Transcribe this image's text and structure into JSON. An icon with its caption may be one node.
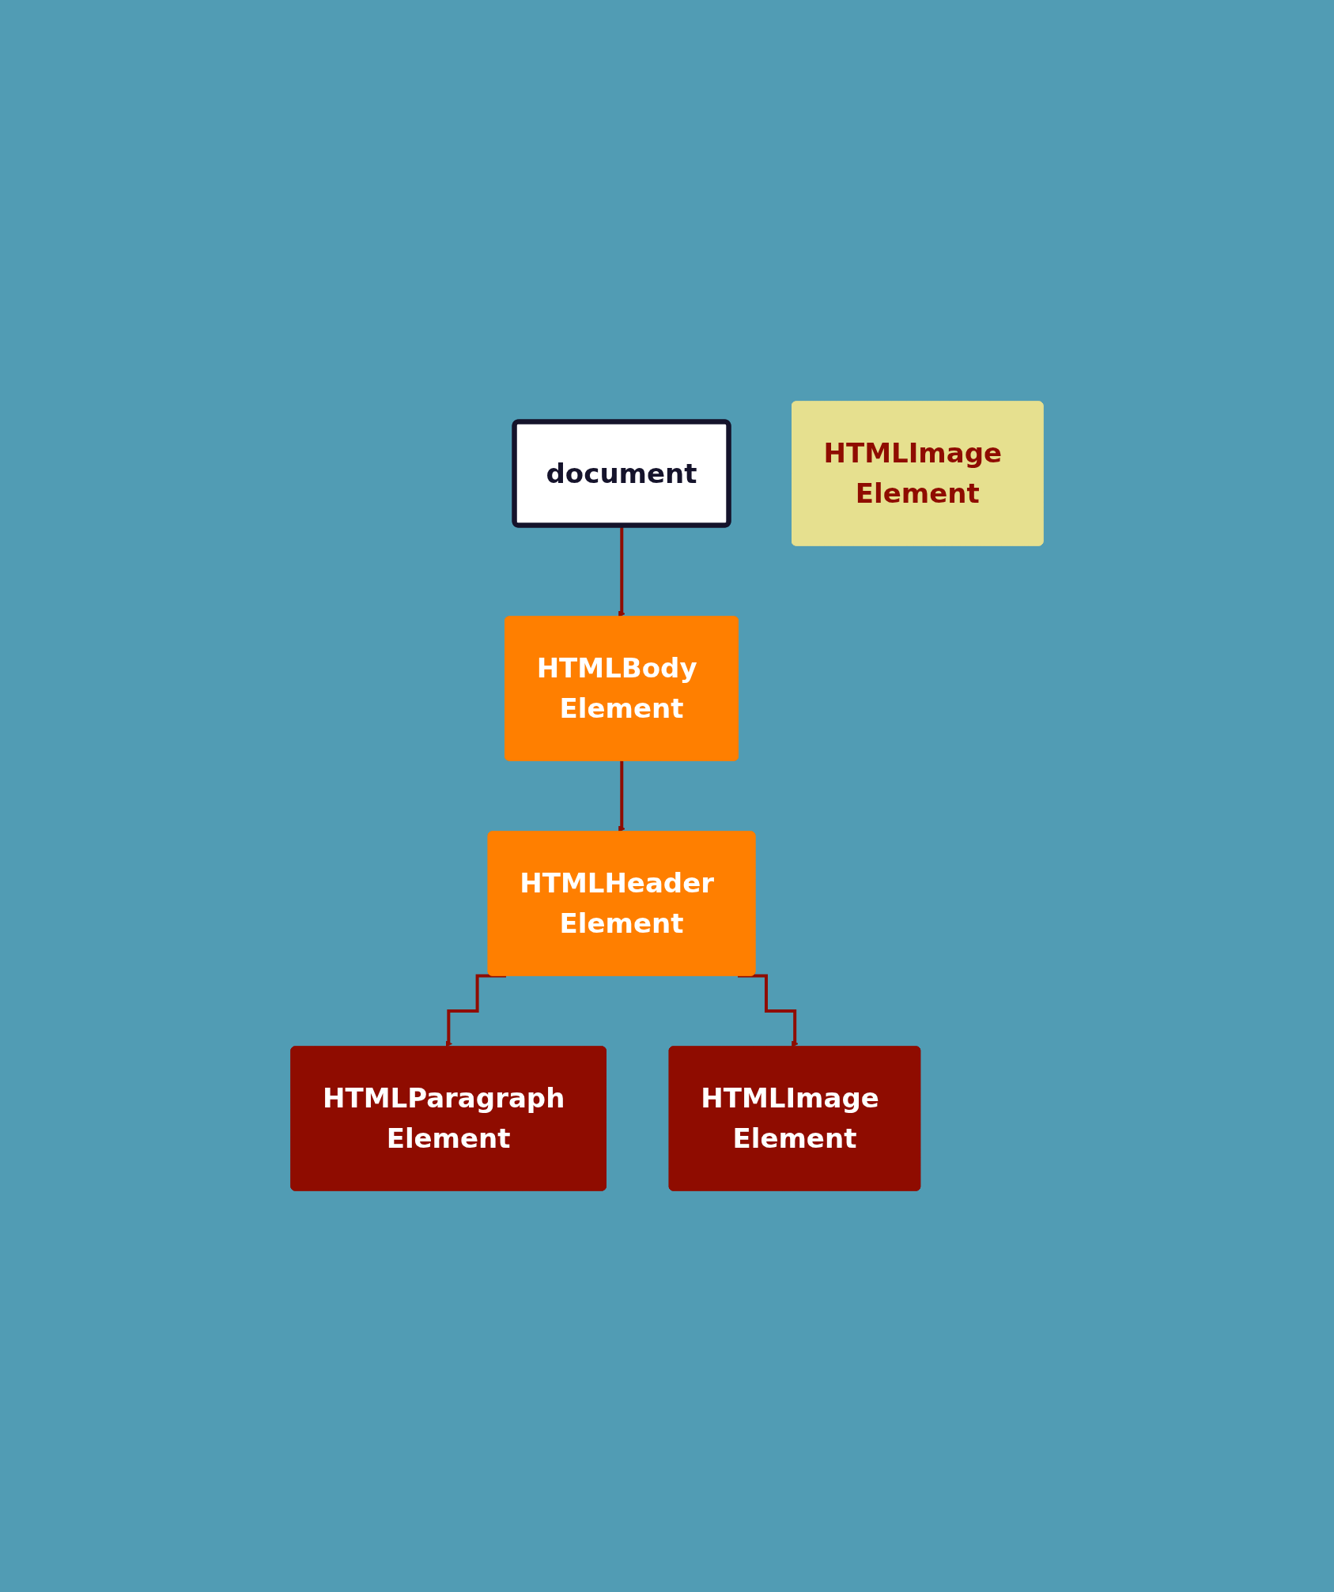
{
  "diagram": {
    "nodes": [
      {
        "text": [
          "document"
        ]
      },
      {
        "text": [
          "HTMLImage Element"
        ]
      },
      {
        "text": [
          "HTMLBody Element"
        ]
      },
      {
        "text": [
          "HTMLHeader Element"
        ]
      },
      {
        "text": [
          "HTMLParagraph Element"
        ]
      },
      {
        "text": [
          "HTMLImage Element"
        ]
      }
    ],
    "edges": [
      {
        "from": 0,
        "to": 2,
        "arrow": "to"
      },
      {
        "from": 2,
        "to": 3,
        "arrow": "to"
      },
      {
        "from": 3,
        "to": 4,
        "arrow": "to"
      },
      {
        "from": 3,
        "to": 5,
        "arrow": "to"
      }
    ]
  }
}
